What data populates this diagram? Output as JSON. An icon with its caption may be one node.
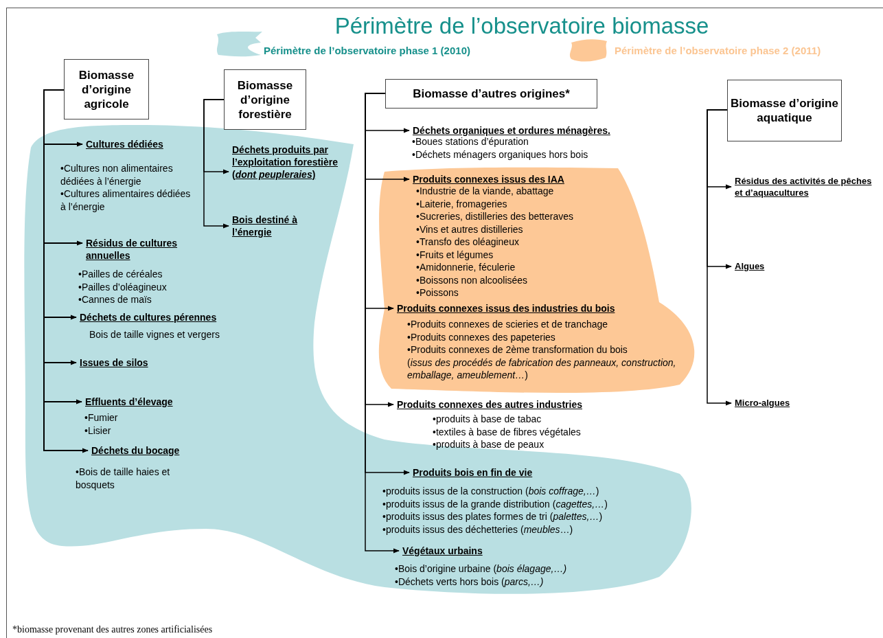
{
  "diagram": {
    "title": "Périmètre de l’observatoire biomasse",
    "caption": "*biomasse provenant des autres zones artificialisées",
    "nodes": [
      {
        "text": [
          "Biomasse d’origine agricole"
        ]
      },
      {
        "text": [
          "Cultures dédiées"
        ],
        "beside": [
          "•Cultures non alimentaires dédiées à l’énergie",
          "•Cultures alimentaires dédiées à l’énergie"
        ]
      },
      {
        "text": [
          "Résidus de cultures annuelles"
        ],
        "beside": [
          "•Pailles de céréales",
          "•Pailles d’oléagineux",
          "•Cannes de maïs"
        ]
      },
      {
        "text": [
          "Déchets de cultures pérennes"
        ],
        "beside": [
          "Bois de taille vignes et vergers"
        ]
      },
      {
        "text": [
          "Issues de silos"
        ]
      },
      {
        "text": [
          "Effluents d’élevage"
        ],
        "beside": [
          "•Fumier",
          "•Lisier"
        ]
      },
      {
        "text": [
          "Déchets du bocage"
        ],
        "beside": [
          "•Bois de taille haies et bosquets"
        ]
      },
      {
        "text": [
          "Biomasse d’origine forestière"
        ]
      },
      {
        "text": [
          "Déchets produits par l’exploitation forestière (*dont peupleraies*)"
        ]
      },
      {
        "text": [
          "Bois destiné à l’énergie"
        ]
      },
      {
        "text": [
          "Biomasse d’autres origines*"
        ]
      },
      {
        "text": [
          "Déchets organiques et ordures ménagères."
        ],
        "beside": [
          "•Boues stations d’épuration",
          "•Déchets ménagers organiques hors bois"
        ]
      },
      {
        "text": [
          "Produits connexes issus des IAA"
        ],
        "beside": [
          "•Industrie de la viande, abattage",
          "•Laiterie, fromageries",
          "•Sucreries, distilleries des betteraves",
          "•Vins et autres distilleries",
          "•Transfo des oléagineux",
          "•Fruits et légumes",
          "•Amidonnerie, féculerie",
          "•Boissons non alcoolisées",
          "•Poissons"
        ]
      },
      {
        "text": [
          "Produits connexes issus des industries du bois"
        ],
        "beside": [
          "•Produits connexes de scieries et de tranchage",
          "•Produits connexes des papeteries",
          "•Produits connexes de 2ème transformation du bois",
          "(*issus des procédés de fabrication des panneaux, construction, emballage, ameublement…*)"
        ]
      },
      {
        "text": [
          "Produits connexes des autres industries"
        ],
        "beside": [
          "•produits à base de tabac",
          "•textiles à base de fibres végétales",
          "•produits à base de peaux"
        ]
      },
      {
        "text": [
          "Produits bois en fin de vie"
        ],
        "beside": [
          "•produits issus de la construction (*bois coffrage,…*)",
          "•produits issus de la grande distribution (*cagettes,…*)",
          "•produits issus des  plates formes de tri (*palettes,…*)",
          "•produits issus des déchetteries (*meubles*…)"
        ]
      },
      {
        "text": [
          "Végétaux urbains"
        ],
        "beside": [
          "•Bois d’origine urbaine (*bois élagage,…)*",
          "•Déchets verts hors bois (*parcs,…)*"
        ]
      },
      {
        "text": [
          "Biomasse d’origine aquatique"
        ]
      },
      {
        "text": [
          "Résidus des activités de pêches et d’aquacultures"
        ]
      },
      {
        "text": [
          "Algues"
        ]
      },
      {
        "text": [
          "Micro-algues"
        ]
      }
    ],
    "edges": [
      {
        "from": 0,
        "to": 1,
        "arrow": "to"
      },
      {
        "from": 0,
        "to": 2,
        "arrow": "to"
      },
      {
        "from": 0,
        "to": 3,
        "arrow": "to"
      },
      {
        "from": 0,
        "to": 4,
        "arrow": "to"
      },
      {
        "from": 0,
        "to": 5,
        "arrow": "to"
      },
      {
        "from": 0,
        "to": 6,
        "arrow": "to"
      },
      {
        "from": 7,
        "to": 8,
        "arrow": "to"
      },
      {
        "from": 7,
        "to": 9,
        "arrow": "to"
      },
      {
        "from": 10,
        "to": 11,
        "arrow": "to"
      },
      {
        "from": 10,
        "to": 12,
        "arrow": "to"
      },
      {
        "from": 10,
        "to": 13,
        "arrow": "to"
      },
      {
        "from": 10,
        "to": 14,
        "arrow": "to"
      },
      {
        "from": 10,
        "to": 15,
        "arrow": "to"
      },
      {
        "from": 10,
        "to": 16,
        "arrow": "to"
      },
      {
        "from": 17,
        "to": 18,
        "arrow": "to"
      },
      {
        "from": 17,
        "to": 19,
        "arrow": "to"
      },
      {
        "from": 17,
        "to": 20,
        "arrow": "to"
      }
    ],
    "legend": [
      {
        "text": "Périmètre de l’observatoire phase 1 (2010)",
        "color": "#b9dfe2"
      },
      {
        "text": "Périmètre de l’observatoire phase 2 (2011)",
        "color": "#fdc896"
      }
    ]
  }
}
